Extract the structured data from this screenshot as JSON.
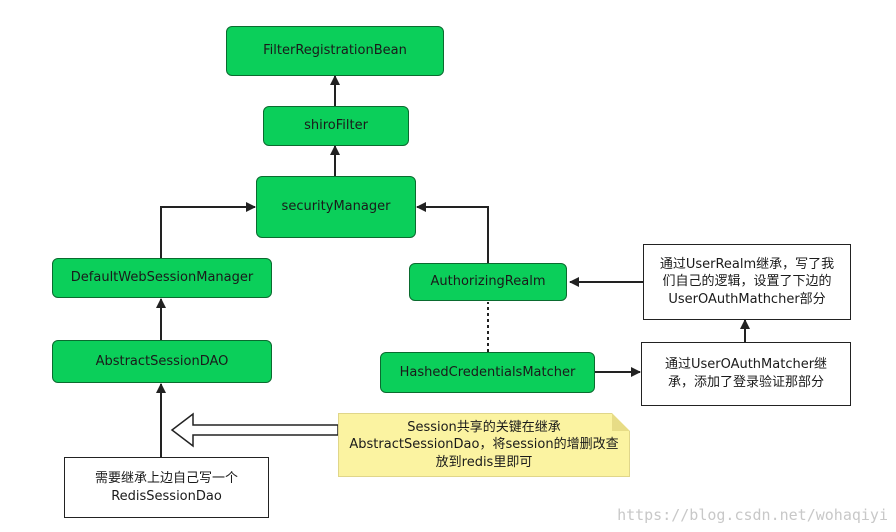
{
  "nodes": {
    "filter_registration_bean": "FilterRegistrationBean",
    "shiro_filter": "shiroFilter",
    "security_manager": "securityManager",
    "default_web_session_manager": "DefaultWebSessionManager",
    "abstract_session_dao": "AbstractSessionDAO",
    "authorizing_realm": "AuthorizingRealm",
    "hashed_credentials_matcher": "HashedCredentialsMatcher",
    "user_realm_note": "通过UserRealm继承，写了我们自己的逻辑，设置了下边的UserOAuthMathcher部分",
    "oauth_matcher_note": "通过UserOAuthMatcher继承，添加了登录验证那部分",
    "redis_session_dao_note": "需要继承上边自己写一个RedisSessionDao",
    "session_sharing_note": "Session共享的关键在继承AbstractSessionDao，将session的增删改查放到redis里即可"
  },
  "watermark": "https://blog.csdn.net/wohaqiyi",
  "colors": {
    "node_fill": "#0bcf5a",
    "node_border": "#0a6b2f",
    "note_fill": "#fbf3a1",
    "line": "#222222"
  }
}
